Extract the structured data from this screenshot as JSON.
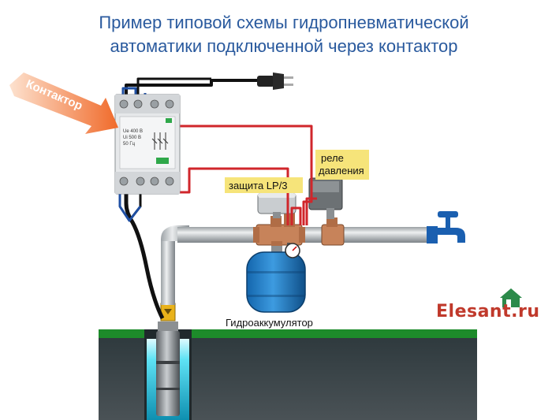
{
  "title": {
    "line1": "Пример типовой схемы гидропневматической",
    "line2": "автоматики подключенной через контактор"
  },
  "labels": {
    "contactor": "Контактор",
    "protection": "защита LP/3",
    "relay_line1": "реле",
    "relay_line2": "давления",
    "accumulator": "Гидроаккумулятор",
    "brand": "Elesant.ru",
    "device_line1": "Ue 400 B",
    "device_line2": "Ui 500 B",
    "device_line3": "50 Гц"
  },
  "colors": {
    "title": "#2a5a9e",
    "arrow": "#f07a3a",
    "wire_red": "#d0262b",
    "wire_blue": "#1f4fa3",
    "wire_black": "#111111",
    "label_bg": "#f6e47a",
    "tank": "#1f7fc8",
    "ground_top": "#1d8b2a",
    "ground": "#3a4347",
    "well_water": "#3fd8f0",
    "brand": "#c0392b"
  }
}
